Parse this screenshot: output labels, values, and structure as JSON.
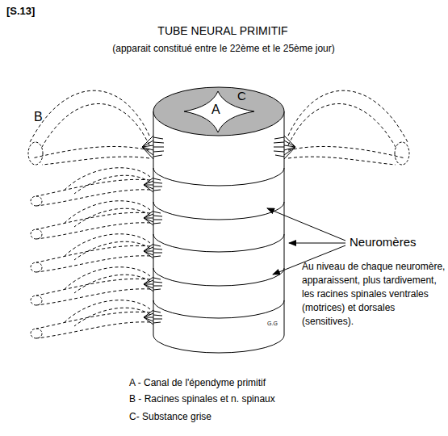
{
  "diagram": {
    "title": "TUBE NEURAL PRIMITIF",
    "labels": [
      "[S.13]",
      "(apparait constitué entre le 22ème et le 25ème jour)",
      "A",
      "C",
      "B",
      "Neuromères",
      "Au niveau de chaque neuromère, apparaissent, plus tardivement, les racines spinales ventrales (motrices) et dorsales (sensitives).",
      "A - Canal de l'épendyme primitif",
      "B - Racines spinales et n. spinaux",
      "C- Substance grise",
      "G.G"
    ]
  }
}
